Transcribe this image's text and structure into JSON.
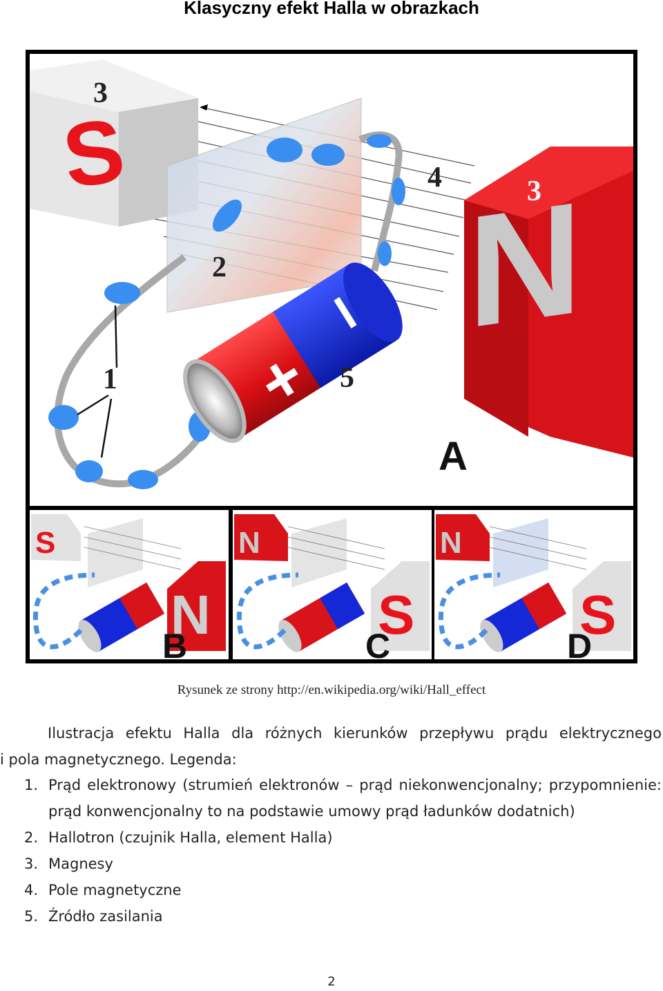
{
  "page": {
    "title": "Klasyczny efekt Halla w obrazkach",
    "caption": "Rysunek ze strony http://en.wikipedia.org/wiki/Hall_effect",
    "paragraph_line1": "Ilustracja efektu Halla dla różnych kierunków przepływu prądu elektrycznego",
    "paragraph_line2": "i pola magnetycznego. Legenda:",
    "page_number": "2"
  },
  "figure": {
    "panel_a": {
      "letter": "A",
      "magnet_left_pole": "S",
      "magnet_right_pole": "N",
      "battery_plus": "+",
      "battery_minus": "–",
      "label_1": "1",
      "label_2": "2",
      "label_3_left": "3",
      "label_3_right": "3",
      "label_4": "4",
      "label_5": "5"
    },
    "panel_b": {
      "letter": "B",
      "left_pole": "S",
      "right_pole": "N"
    },
    "panel_c": {
      "letter": "C",
      "left_pole": "N",
      "right_pole": "S"
    },
    "panel_d": {
      "letter": "D",
      "left_pole": "N",
      "right_pole": "S"
    },
    "colors": {
      "magnet_red": "#e8141c",
      "magnet_gray": "#d4d4d4",
      "battery_blue": "#1428d8",
      "electron_blue": "#3a8ef0",
      "frame": "#000000"
    }
  },
  "legend": {
    "items": [
      {
        "num": "1.",
        "text": "Prąd elektronowy (strumień elektronów – prąd niekonwencjonalny; przypomnienie: prąd konwencjonalny to na podstawie umowy prąd ładunków dodatnich)"
      },
      {
        "num": "2.",
        "text": "Hallotron (czujnik  Halla, element  Halla)"
      },
      {
        "num": "3.",
        "text": "Magnesy"
      },
      {
        "num": "4.",
        "text": "Pole magnetyczne"
      },
      {
        "num": "5.",
        "text": "Źródło zasilania"
      }
    ]
  }
}
